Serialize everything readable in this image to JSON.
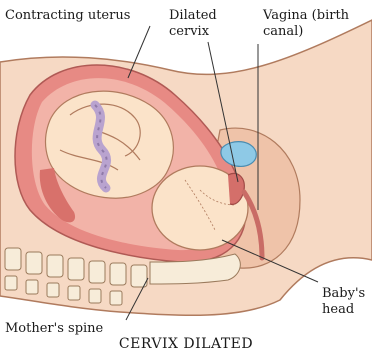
{
  "labels": {
    "contracting_uterus": "Contracting uterus",
    "dilated_cervix_line1": "Dilated",
    "dilated_cervix_line2": "cervix",
    "vagina_line1": "Vagina (birth",
    "vagina_line2": "canal)",
    "babys_head_line1": "Baby's",
    "babys_head_line2": "head",
    "mothers_spine": "Mother's spine"
  },
  "caption": "CERVIX DILATED",
  "colors": {
    "skin": "#f6d9c4",
    "skin_outline": "#b07b5e",
    "uterus_wall": "#e78a84",
    "uterus_inner": "#f2b3a8",
    "baby": "#fbe3c9",
    "umbilical_cord": "#b9a3cf",
    "vertebrae": "#f7ecd9",
    "bladder": "#8ec9e6"
  }
}
